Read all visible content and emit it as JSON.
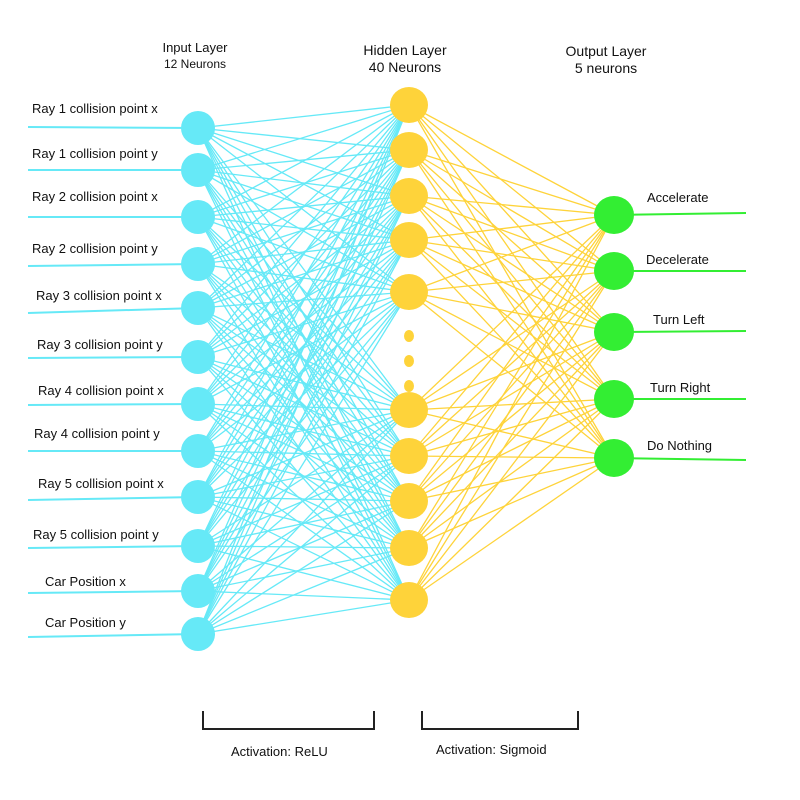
{
  "layers": {
    "input": {
      "title": "Input Layer",
      "subtitle": "12 Neurons",
      "color": "#66e9f7"
    },
    "hidden": {
      "title": "Hidden Layer",
      "subtitle": "40 Neurons",
      "color": "#fed33a"
    },
    "output": {
      "title": "Output Layer",
      "subtitle": "5 neurons",
      "color": "#33ee33"
    }
  },
  "input_labels": [
    "Ray 1 collision point x",
    "Ray 1 collision point y",
    "Ray 2 collision point x",
    "Ray 2 collision point y",
    "Ray 3 collision point x",
    "Ray 3 collision point y",
    "Ray 4 collision point x",
    "Ray 4 collision point y",
    "Ray 5 collision point x",
    "Ray 5 collision point y",
    "Car Position x",
    "Car Position y"
  ],
  "output_labels": [
    "Accelerate",
    "Decelerate",
    "Turn Left",
    "Turn Right",
    "Do Nothing"
  ],
  "activations": {
    "first": "Activation: ReLU",
    "second": "Activation: Sigmoid"
  }
}
